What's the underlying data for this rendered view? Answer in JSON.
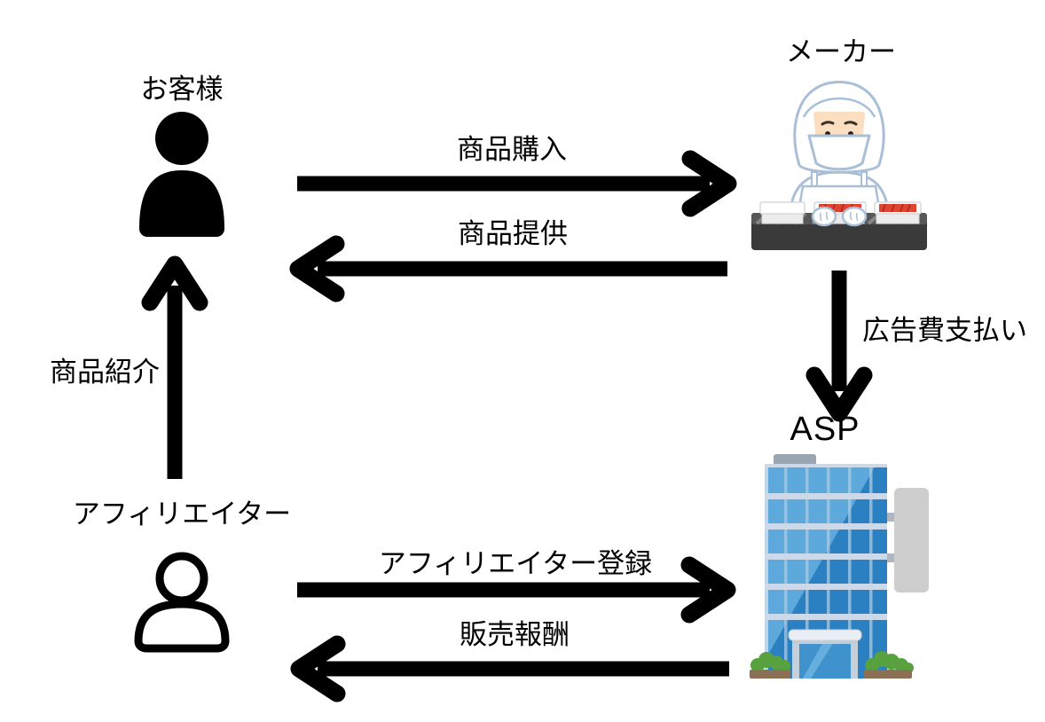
{
  "diagram": {
    "nodes": {
      "customer": {
        "label": "お客様",
        "icon": "person-filled-icon"
      },
      "maker": {
        "label": "メーカー",
        "icon": "factory-worker-illustration"
      },
      "asp": {
        "label": "ASP",
        "icon": "office-building-illustration"
      },
      "affiliater": {
        "label": "アフィリエイター",
        "icon": "person-outline-icon"
      }
    },
    "edges": {
      "purchase": {
        "label": "商品購入",
        "from": "customer",
        "to": "maker",
        "direction": "right"
      },
      "provide": {
        "label": "商品提供",
        "from": "maker",
        "to": "customer",
        "direction": "left"
      },
      "ad_fee": {
        "label": "広告費支払い",
        "from": "maker",
        "to": "asp",
        "direction": "down"
      },
      "introduce": {
        "label": "商品紹介",
        "from": "affiliater",
        "to": "customer",
        "direction": "up"
      },
      "register": {
        "label": "アフィリエイター登録",
        "from": "affiliater",
        "to": "asp",
        "direction": "right"
      },
      "reward": {
        "label": "販売報酬",
        "from": "asp",
        "to": "affiliater",
        "direction": "left"
      }
    },
    "colors": {
      "page-bg": "#ffffff",
      "ink": "#000000",
      "soft-outline": "#a9bfd8",
      "skin": "#fcdfc0",
      "blush": "#f6b28c",
      "belt-dark": "#3a3a3a",
      "belt-top": "#585858",
      "belt-hatch": "#858585",
      "tray-white": "#ffffff",
      "meat-red": "#e04430",
      "meat-stripe": "#a32a1d",
      "building-dark": "#2b80c2",
      "building-light": "#5ea9dc",
      "band": "#ccd9ea",
      "mullion": "#a6cbe8",
      "sign-grey": "#cecece",
      "sign-tab": "#aeb6bf",
      "roof-grey": "#9aa5b1",
      "canopy": "#e9eef4",
      "pillar-grey": "#c6d0da",
      "door-glass": "#3f92cc",
      "door-light": "#6fb5e2",
      "bush-green": "#57a23e",
      "dirt-brown": "#8b7055"
    }
  }
}
